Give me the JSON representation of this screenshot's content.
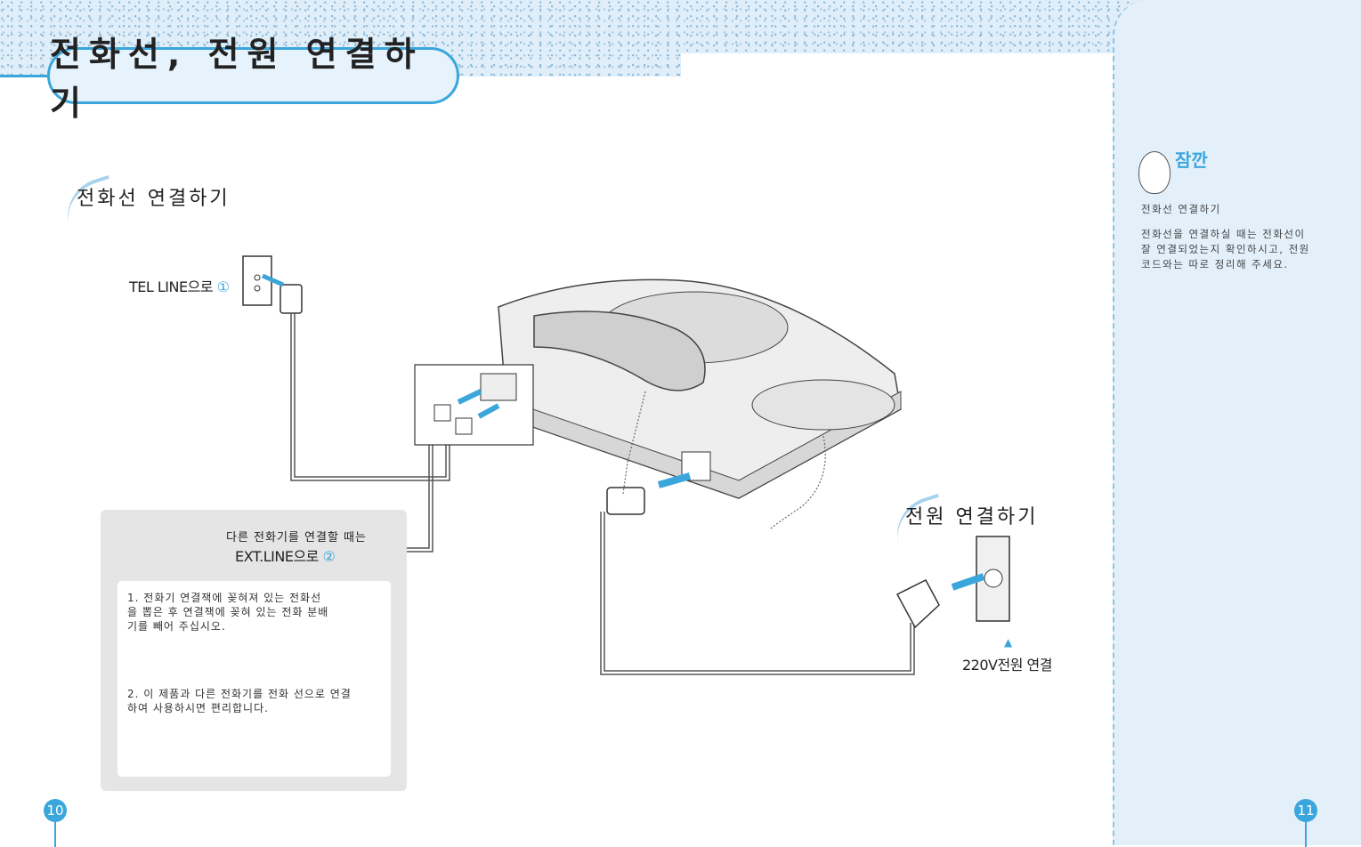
{
  "header": {
    "title": "전화선, 전원 연결하기"
  },
  "sections": {
    "phone_line": {
      "heading": "전화선 연결하기",
      "tel_line_label": "TEL LINE으로",
      "tel_line_marker": "①"
    },
    "extension": {
      "title": "다른 전화기를 연결할 때는",
      "ext_line_label": "EXT.LINE으로",
      "ext_line_marker": "②",
      "step1_num": "1.",
      "step1_text": "전화기 연결잭에 꽂혀져 있는 전화선을 뽑은 후 연결잭에 꽂혀 있는 전화 분배기를 빼어 주십시오.",
      "step2_num": "2.",
      "step2_text": "이 제품과 다른 전화기를 전화 선으로 연결하여 사용하시면 편리합니다."
    },
    "power": {
      "heading": "전원 연결하기",
      "voltage_label": "220V전원 연결"
    }
  },
  "sidebar": {
    "badge": "잠깐",
    "note_title": "전화선 연결하기",
    "note_text": "전화선을 연결하실 때는 전화선이 잘 연결되었는지 확인하시고, 전원 코드와는 따로 정리해 주세요."
  },
  "pages": {
    "left": "10",
    "right": "11"
  },
  "colors": {
    "accent": "#3aa6dc",
    "sidebar_bg": "#e3f0fa",
    "panel_grey": "#e5e5e5"
  }
}
